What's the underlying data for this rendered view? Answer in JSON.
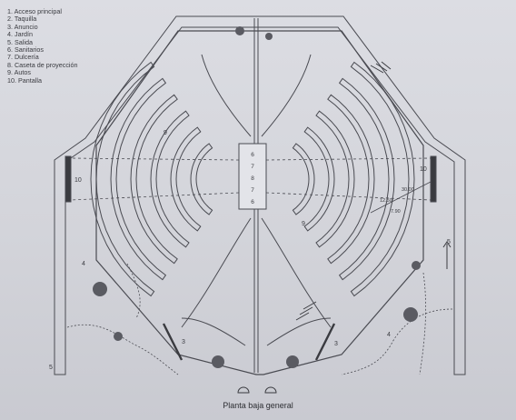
{
  "legend": [
    "1. Acceso principal",
    "2. Taquilla",
    "3. Anuncio",
    "4. Jardín",
    "5. Salida",
    "6. Sanitarios",
    "7. Dulcería",
    "8. Caseta de proyección",
    "9. Autos",
    "10. Pantalla"
  ],
  "caption": "Planta baja general",
  "zone_labels": {
    "autos_left": "9",
    "autos_right": "9",
    "screen_left": "10",
    "screen_right": "10",
    "garden_left": "4",
    "garden_right": "4",
    "sign_left": "3",
    "sign_right": "3",
    "exit_left": "5",
    "exit_right": "5"
  },
  "booth_labels": [
    "6",
    "7",
    "8",
    "7",
    "6"
  ],
  "dimensions": {
    "d1": "12.50",
    "d2": "7.90",
    "d3": "30.00"
  },
  "colors": {
    "paper": "#d5d6dc",
    "ink": "#4a4b52"
  }
}
